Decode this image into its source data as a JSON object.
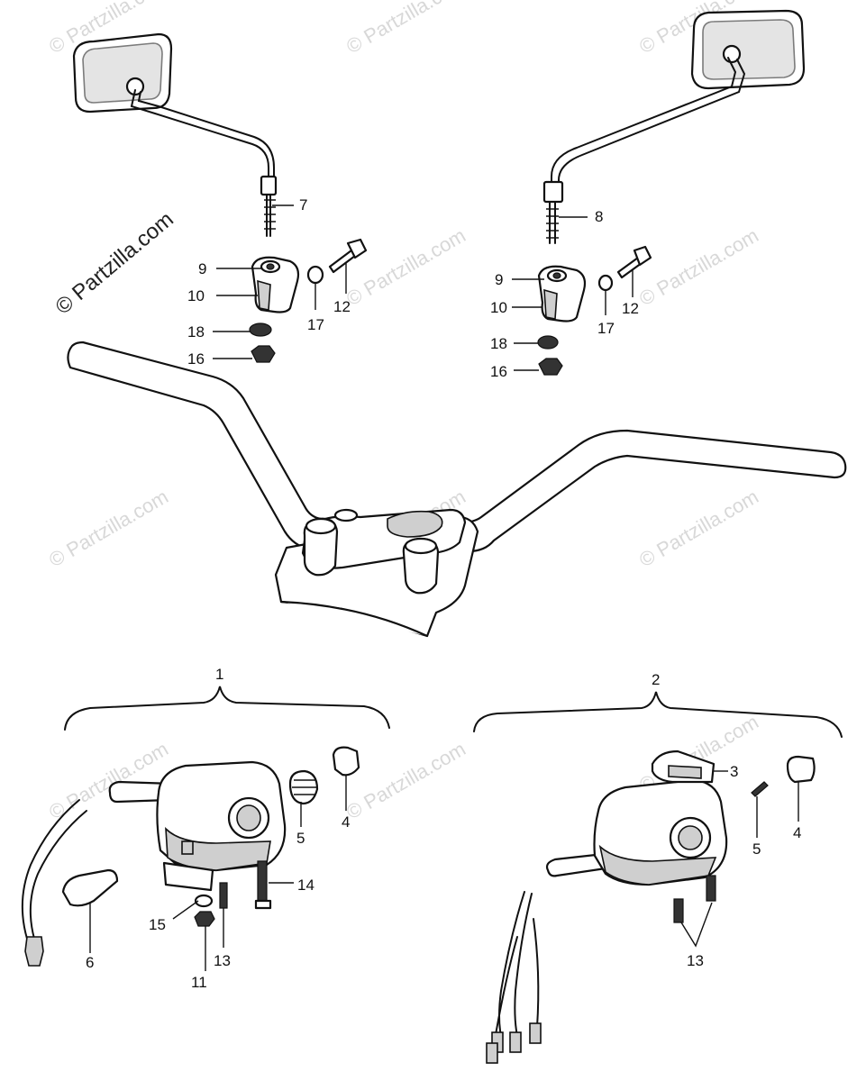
{
  "watermark": {
    "text": "© Partzilla.com",
    "main_text": "© Partzilla.com"
  },
  "callouts": {
    "c1": "1",
    "c2": "2",
    "c3": "3",
    "c4a": "4",
    "c4b": "4",
    "c5a": "5",
    "c5b": "5",
    "c6": "6",
    "c7": "7",
    "c8": "8",
    "c9a": "9",
    "c9b": "9",
    "c10a": "10",
    "c10b": "10",
    "c11": "11",
    "c12a": "12",
    "c12b": "12",
    "c13a": "13",
    "c13b": "13",
    "c14": "14",
    "c15": "15",
    "c16a": "16",
    "c16b": "16",
    "c17a": "17",
    "c17b": "17",
    "c18a": "18",
    "c18b": "18"
  },
  "colors": {
    "ink": "#111111",
    "watermark": "#d8d8d8",
    "background": "#ffffff"
  }
}
